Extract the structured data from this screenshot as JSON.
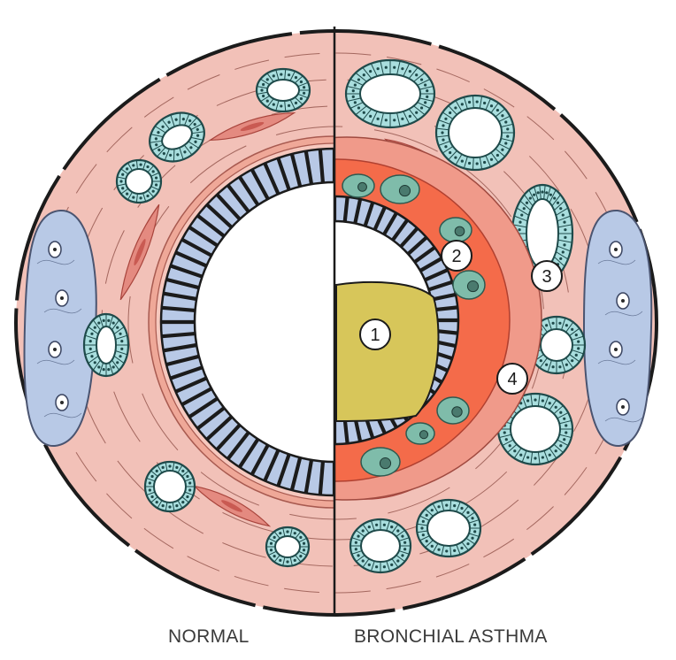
{
  "labels": {
    "left_caption": "NORMAL",
    "right_caption": "BRONCHIAL ASTHMA"
  },
  "markers": [
    {
      "text": "1"
    },
    {
      "text": "2"
    },
    {
      "text": "3"
    },
    {
      "text": "4"
    }
  ],
  "colors": {
    "wall": "#f2c1b8",
    "wall_edge": "#1b1b1b",
    "cartilage": "#b8c9e6",
    "epithelium": "#a9bde3",
    "gland": "#a9dede",
    "gland_outline": "#1e4a4a",
    "smooth_muscle": "#e48a80",
    "inflamed_submucosa": "#f46b4a",
    "mucus_plug": "#d7c65a",
    "inflammatory_cell": "#7fbcaa"
  }
}
